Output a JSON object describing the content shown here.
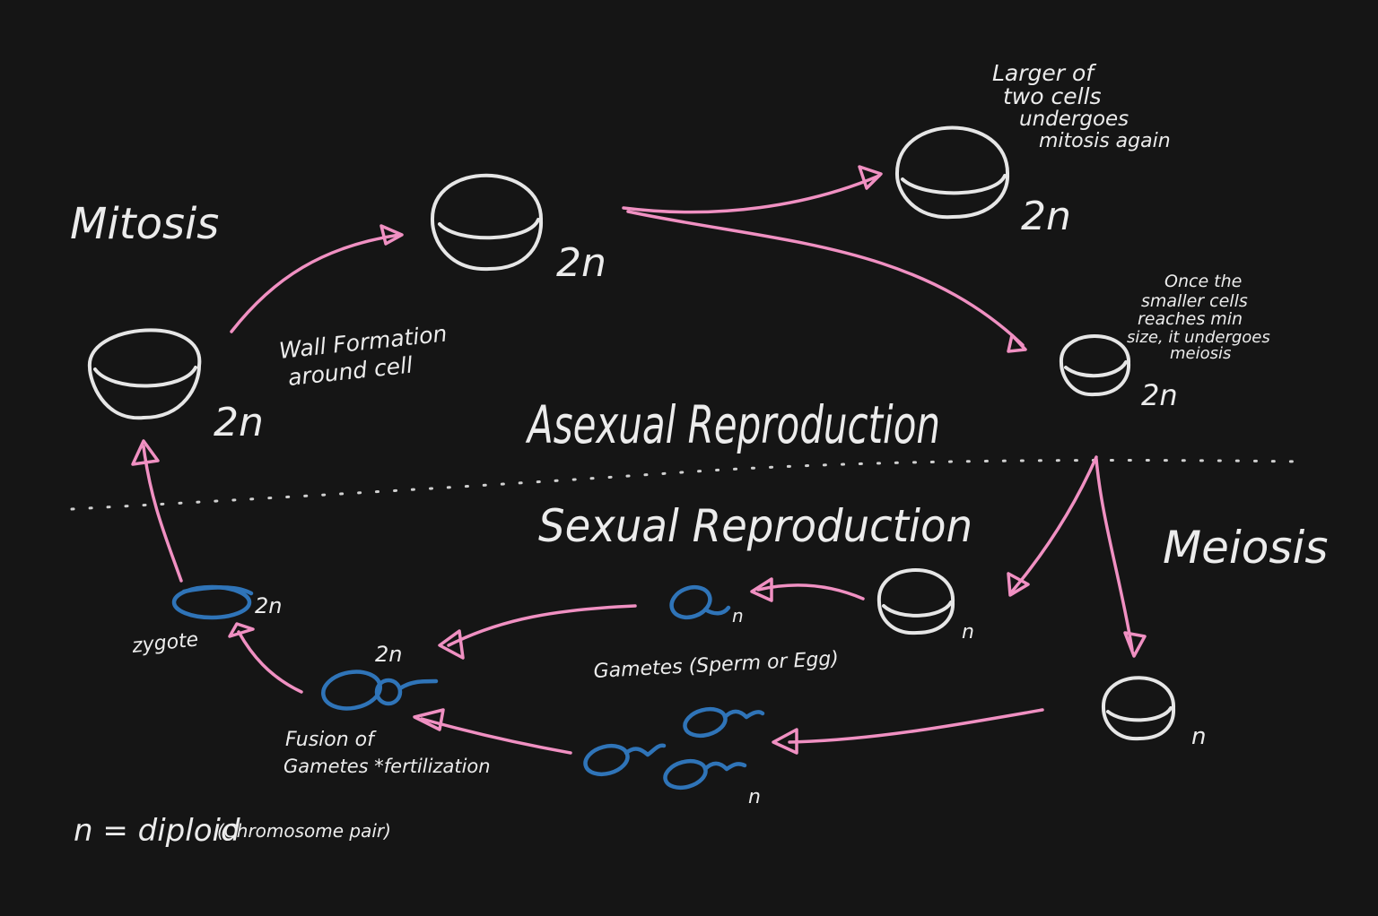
{
  "labels": {
    "mitosis": "Mitosis",
    "meiosis": "Meiosis",
    "asexual": "Asexual Reproduction",
    "sexual": "Sexual Reproduction",
    "wall_line1": "Wall Formation",
    "wall_line2": "around cell",
    "larger_line1": "Larger of",
    "larger_line2": "two cells",
    "larger_line3": "undergoes",
    "larger_line4": "mitosis again",
    "once_line1": "Once the",
    "once_line2": "smaller cells",
    "once_line3": "reaches min",
    "once_line4": "size, it undergoes",
    "once_line5": "meiosis",
    "zygote": "zygote",
    "gametes": "Gametes (Sperm or Egg)",
    "fusion_line1": "Fusion of",
    "fusion_line2": "Gametes *fertilization",
    "legend": "n = diploid",
    "legend_paren": "(Chromosome pair)"
  },
  "ploidy": {
    "cell_start": "2n",
    "cell_top": "2n",
    "cell_large": "2n",
    "cell_small": "2n",
    "zygote": "2n",
    "fused": "2n",
    "meiosis_top": "n",
    "meiosis_bottom": "n",
    "gamete_top": "n",
    "gamete_group": "n"
  },
  "colors": {
    "background": "#151515",
    "chalk": "#ececec",
    "arrow": "#f090c2",
    "gamete": "#2f74b8"
  }
}
